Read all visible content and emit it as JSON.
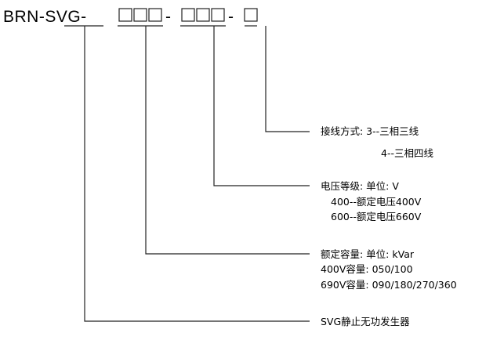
{
  "model": {
    "prefix": "BRN-SVG-",
    "sep1": "-",
    "sep2": "-"
  },
  "wiring": {
    "title": "接线方式: 3--三相三线",
    "option2": "4--三相四线"
  },
  "voltage": {
    "title": "电压等级: 单位: V",
    "option1": "400--额定电压400V",
    "option2": "600--额定电压660V"
  },
  "capacity": {
    "title": "额定容量: 单位: kVar",
    "option1": "400V容量: 050/100",
    "option2": "690V容量: 090/180/270/360"
  },
  "product": {
    "title": "SVG静止无功发生器"
  },
  "colors": {
    "line": "#222222",
    "text": "#1a1a1a"
  }
}
